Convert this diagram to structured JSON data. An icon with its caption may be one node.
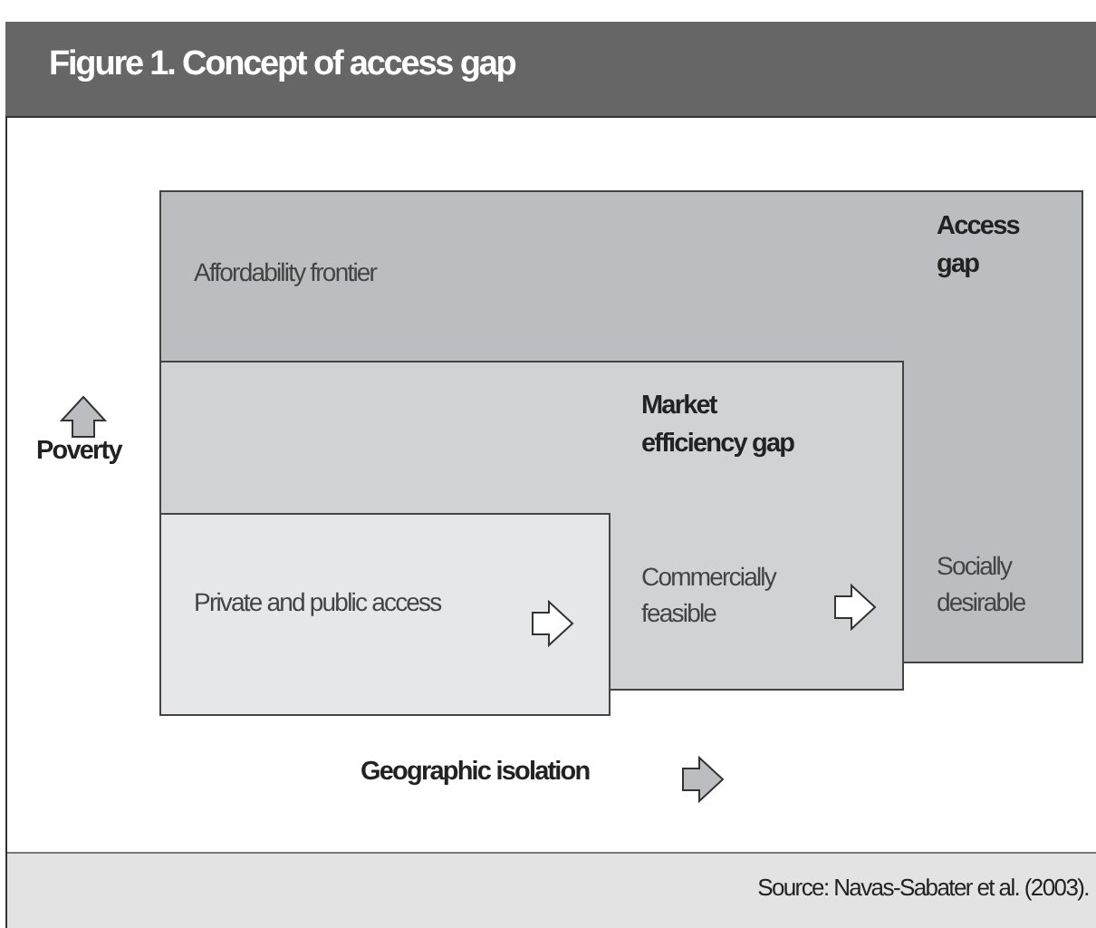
{
  "diagram": {
    "title": "Figure 1. Concept of access gap",
    "caption": "Source: Navas-Sabater et al. (2003).",
    "nodes": [
      {
        "text": [
          "Affordability frontier",
          "Access gap",
          "Socially desirable"
        ]
      },
      {
        "text": [
          "Market efficiency gap",
          "Commercially feasible"
        ]
      },
      {
        "text": [
          "Private and public access"
        ]
      }
    ],
    "labels": [
      "Poverty",
      "Geographic isolation"
    ]
  }
}
